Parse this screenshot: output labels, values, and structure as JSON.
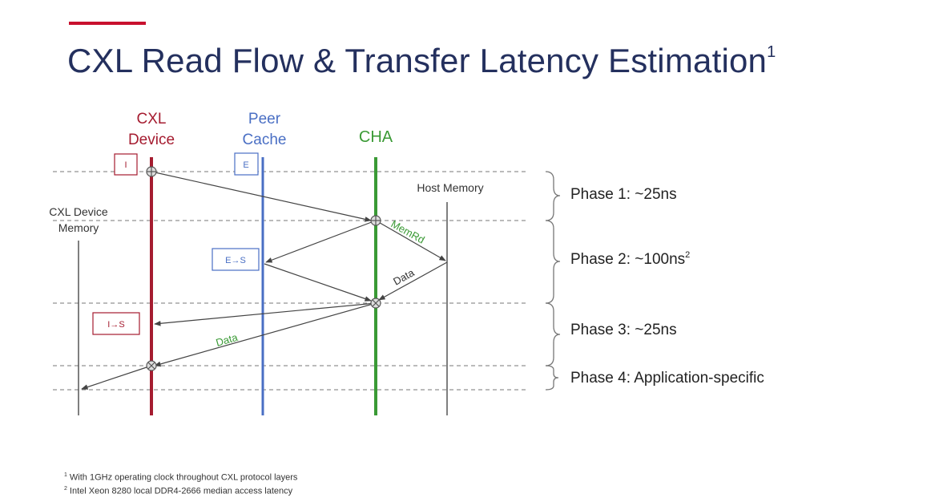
{
  "title": {
    "text": "CXL Read Flow & Transfer Latency Estimation",
    "sup": "1"
  },
  "lanes": {
    "cxl_device": [
      "CXL",
      "Device"
    ],
    "peer_cache": [
      "Peer",
      "Cache"
    ],
    "cha": [
      "CHA"
    ],
    "host_memory": "Host Memory",
    "cxl_device_memory": [
      "CXL Device",
      "Memory"
    ]
  },
  "states": {
    "cxl_initial": "I",
    "peer_initial": "E",
    "peer_transition": "E→S",
    "cxl_transition": "I→S"
  },
  "messages": {
    "memrd": "MemRd",
    "data_from_host": "Data",
    "data_to_device": "Data"
  },
  "phases": [
    {
      "label": "Phase 1: ~25ns",
      "sup": ""
    },
    {
      "label": "Phase 2: ~100ns",
      "sup": "2"
    },
    {
      "label": "Phase 3: ~25ns",
      "sup": ""
    },
    {
      "label": "Phase 4: Application-specific",
      "sup": ""
    }
  ],
  "footnotes": [
    {
      "mark": "1",
      "text": "With 1GHz operating clock throughout CXL protocol layers"
    },
    {
      "mark": "2",
      "text": "Intel Xeon 8280 local DDR4-2666 median access latency"
    }
  ],
  "colors": {
    "cxl_device": "#a51c30",
    "peer_cache": "#4a6fc4",
    "cha": "#3a9a35",
    "title": "#24305e",
    "accent": "#c8102e",
    "line": "#555555"
  }
}
